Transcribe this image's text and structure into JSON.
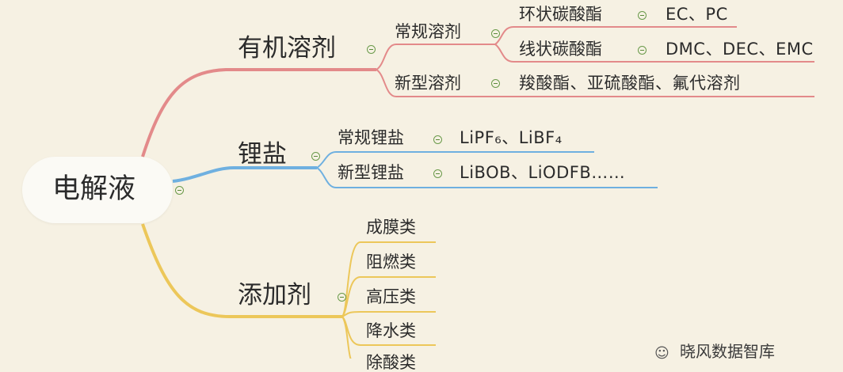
{
  "root": {
    "label": "电解液"
  },
  "organic": {
    "label": "有机溶剂",
    "conventional": {
      "label": "常规溶剂",
      "cyclic": {
        "label": "环状碳酸酯",
        "examples": "EC、PC"
      },
      "linear": {
        "label": "线状碳酸酯",
        "examples": "DMC、DEC、EMC"
      }
    },
    "novel": {
      "label": "新型溶剂",
      "examples": "羧酸酯、亚硫酸酯、氟代溶剂"
    }
  },
  "lithium_salt": {
    "label": "锂盐",
    "conventional": {
      "label": "常规锂盐",
      "examples": "LiPF₆、LiBF₄"
    },
    "novel": {
      "label": "新型锂盐",
      "examples": "LiBOB、LiODFB……"
    }
  },
  "additive": {
    "label": "添加剂",
    "items": [
      "成膜类",
      "阻燃类",
      "高压类",
      "降水类",
      "除酸类"
    ]
  },
  "watermark": {
    "text": "晓风数据智库"
  },
  "colors": {
    "organic": "#e38a8a",
    "salt": "#6fb0e0",
    "additive": "#ecc75a",
    "toggle": "#6a9a4a",
    "background": "#f6f1e3"
  }
}
